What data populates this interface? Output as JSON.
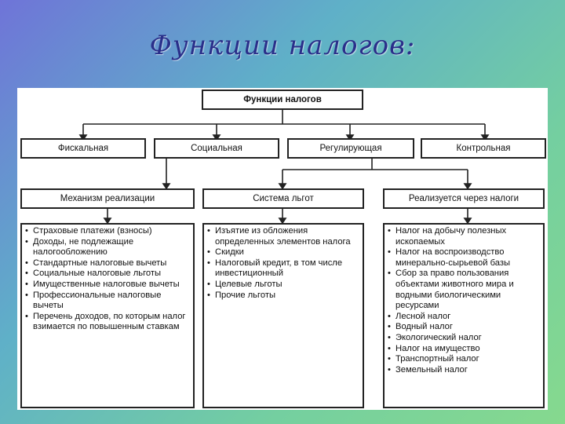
{
  "slide_title": "Функции налогов:",
  "diagram": {
    "root": "Функции налогов",
    "functions": [
      "Фискальная",
      "Социальная",
      "Регулирующая",
      "Контрольная"
    ],
    "sections": [
      "Механизм реализации",
      "Система льгот",
      "Реализуется через налоги"
    ],
    "mechanism_items": [
      "Страховые платежи (взносы)",
      "Доходы, не подлежащие налогообложению",
      "Стандартные налоговые вычеты",
      "Социальные налоговые льготы",
      "Имущественные налоговые вычеты",
      "Профессиональные налоговые вычеты",
      "Перечень доходов, по которым налог взимается по повышенным ставкам"
    ],
    "benefits_items": [
      "Изъятие из обложения определенных элементов налога",
      "Скидки",
      "Налоговый кредит, в том числе инвестиционный",
      "Целевые льготы",
      "Прочие льготы"
    ],
    "taxes_items": [
      "Налог на добычу полезных ископаемых",
      "Налог на воспроизводство минерально-сырьевой базы",
      "Сбор за право пользования объектами животного мира и водными биологическими ресурсами",
      "Лесной налог",
      "Водный налог",
      "Экологический налог",
      "Налог на имущество",
      "Транспортный налог",
      "Земельный налог"
    ]
  }
}
